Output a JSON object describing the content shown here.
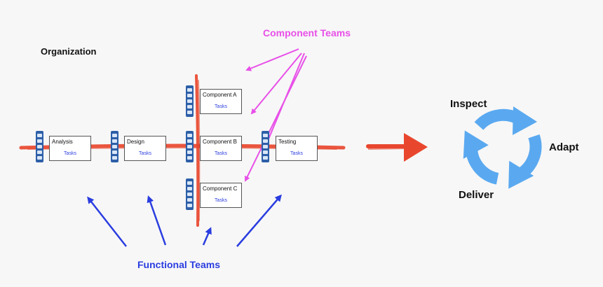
{
  "labels": {
    "organization": "Organization",
    "component_teams": "Component Teams",
    "functional_teams": "Functional Teams"
  },
  "cycle": {
    "inspect": "Inspect",
    "adapt": "Adapt",
    "deliver": "Deliver",
    "color": "#5aa9f0"
  },
  "boxes": {
    "analysis": {
      "name": "Analysis",
      "task": "Tasks"
    },
    "design": {
      "name": "Design",
      "task": "Tasks"
    },
    "component_a": {
      "name": "Component A",
      "task": "Tasks"
    },
    "component_b": {
      "name": "Component B",
      "task": "Tasks"
    },
    "component_c": {
      "name": "Component C",
      "task": "Tasks"
    },
    "testing": {
      "name": "Testing",
      "task": "Tasks"
    }
  },
  "colors": {
    "flow_line": "#e8472e",
    "component_arrows": "#e850e8",
    "functional_arrows": "#2a3de0",
    "team_icon": "#2d5fa8"
  }
}
